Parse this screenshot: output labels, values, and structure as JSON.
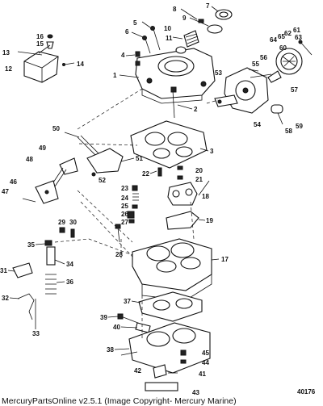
{
  "callouts": [
    "1",
    "2",
    "3",
    "4",
    "5",
    "6",
    "7",
    "8",
    "9",
    "10",
    "11",
    "12",
    "13",
    "14",
    "15",
    "16",
    "17",
    "18",
    "19",
    "20",
    "21",
    "22",
    "23",
    "24",
    "25",
    "26",
    "27",
    "28",
    "29",
    "30",
    "31",
    "32",
    "33",
    "34",
    "35",
    "36",
    "37",
    "38",
    "39",
    "40",
    "41",
    "42",
    "43",
    "44",
    "45",
    "46",
    "47",
    "48",
    "49",
    "50",
    "51",
    "52",
    "53",
    "54",
    "55",
    "56",
    "57",
    "58",
    "59",
    "60",
    "61",
    "62",
    "63",
    "64",
    "65"
  ],
  "figure_number": "40176",
  "footer": "MercuryPartsOnline v2.5.1 (Image Copyright- Mercury Marine)"
}
